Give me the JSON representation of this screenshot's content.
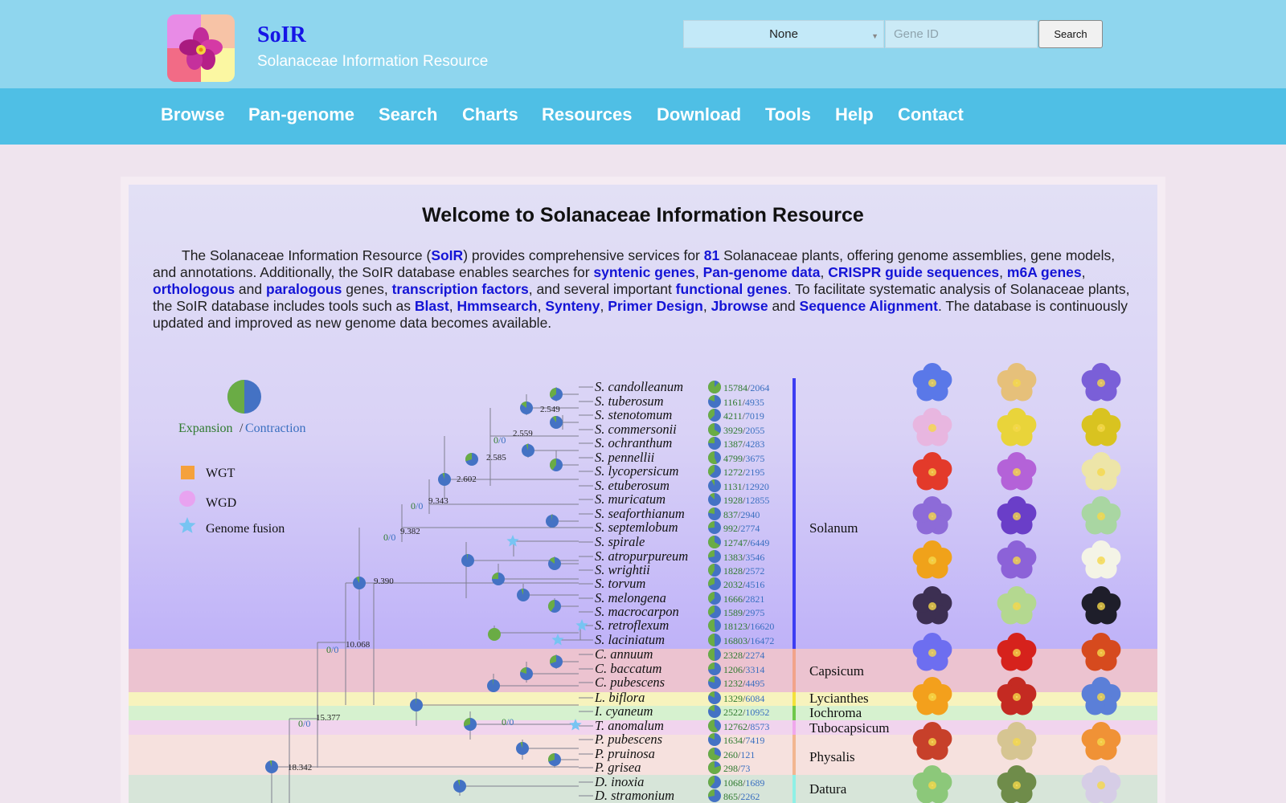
{
  "site": {
    "title": "SoIR",
    "subtitle": "Solanaceae Information Resource"
  },
  "search": {
    "species_selected": "None",
    "gene_placeholder": "Gene ID",
    "button": "Search"
  },
  "nav": [
    "Browse",
    "Pan-genome",
    "Search",
    "Charts",
    "Resources",
    "Download",
    "Tools",
    "Help",
    "Contact"
  ],
  "welcome": {
    "heading": "Welcome to Solanaceae Information Resource",
    "intro": [
      {
        "t": "The Solanaceae Information Resource ("
      },
      {
        "t": "SoIR",
        "link": true
      },
      {
        "t": ") provides comprehensive services for "
      },
      {
        "t": "81",
        "link": true
      },
      {
        "t": " Solanaceae plants, offering genome assemblies, gene models, and annotations. Additionally, the SoIR database enables searches for "
      },
      {
        "t": "syntenic genes",
        "link": true
      },
      {
        "t": ", "
      },
      {
        "t": "Pan-genome data",
        "link": true
      },
      {
        "t": ", "
      },
      {
        "t": "CRISPR guide sequences",
        "link": true
      },
      {
        "t": ", "
      },
      {
        "t": "m6A genes",
        "link": true
      },
      {
        "t": ", "
      },
      {
        "t": "orthologous",
        "link": true
      },
      {
        "t": " and "
      },
      {
        "t": "paralogous",
        "link": true
      },
      {
        "t": " genes, "
      },
      {
        "t": "transcription factors",
        "link": true
      },
      {
        "t": ", and several important "
      },
      {
        "t": "functional genes",
        "link": true
      },
      {
        "t": ". To facilitate systematic analysis of Solanaceae plants, the SoIR database includes tools such as "
      },
      {
        "t": "Blast",
        "link": true
      },
      {
        "t": ", "
      },
      {
        "t": "Hmmsearch",
        "link": true
      },
      {
        "t": ", "
      },
      {
        "t": "Synteny",
        "link": true
      },
      {
        "t": ", "
      },
      {
        "t": "Primer Design",
        "link": true
      },
      {
        "t": ", "
      },
      {
        "t": "Jbrowse",
        "link": true
      },
      {
        "t": " and "
      },
      {
        "t": "Sequence Alignment",
        "link": true
      },
      {
        "t": ". The database is continuously updated and improved as new genome data becomes available."
      }
    ]
  },
  "legend": {
    "expansion": "Expansion",
    "separator": "/",
    "contraction": "Contraction",
    "wgt": "WGT",
    "wgd": "WGD",
    "fusion": "Genome fusion"
  },
  "colors": {
    "expansion": "#6aac45",
    "contraction": "#4472c4",
    "wgt": "#f5a13c",
    "wgd": "#e8a3f0",
    "fusion": "#77c4f2",
    "link": "#1414d6"
  },
  "tree": {
    "species": [
      {
        "name": "S. candolleanum",
        "exp": 15784,
        "con": 2064,
        "genus": "Solanum",
        "img": "blue-star-flower"
      },
      {
        "name": "S. tuberosum",
        "exp": 1161,
        "con": 4935,
        "genus": "Solanum",
        "img": "potatoes"
      },
      {
        "name": "S. stenotomum",
        "exp": 4211,
        "con": 7019,
        "genus": "Solanum",
        "img": "violet-star-flower"
      },
      {
        "name": "S. commersonii",
        "exp": 3929,
        "con": 2055,
        "genus": "Solanum",
        "img": "white-pink-flower"
      },
      {
        "name": "S. ochranthum",
        "exp": 1387,
        "con": 4283,
        "genus": "Solanum",
        "img": "yellow-flower"
      },
      {
        "name": "S. pennellii",
        "exp": 4799,
        "con": 3675,
        "genus": "Solanum",
        "img": "yellow-star-flower"
      },
      {
        "name": "S. lycopersicum",
        "exp": 1272,
        "con": 2195,
        "genus": "Solanum",
        "img": "tomatoes"
      },
      {
        "name": "S. etuberosum",
        "exp": 1131,
        "con": 12920,
        "genus": "Solanum",
        "img": "purple-flower"
      },
      {
        "name": "S. muricatum",
        "exp": 1928,
        "con": 12855,
        "genus": "Solanum",
        "img": "pepino-fruit"
      },
      {
        "name": "S. seaforthianum",
        "exp": 837,
        "con": 2940,
        "genus": "Solanum",
        "img": "lilac-flower"
      },
      {
        "name": "S. septemlobum",
        "exp": 992,
        "con": 2774,
        "genus": "Solanum",
        "img": "deep-purple-flower"
      },
      {
        "name": "S. spirale",
        "exp": 12747,
        "con": 6449,
        "genus": "Solanum",
        "img": "green-star-flower"
      },
      {
        "name": "S. atropurpureum",
        "exp": 1383,
        "con": 3546,
        "genus": "Solanum",
        "img": "orange-berries"
      },
      {
        "name": "S. wrightii",
        "exp": 1828,
        "con": 2572,
        "genus": "Solanum",
        "img": "purple-star-flower"
      },
      {
        "name": "S. torvum",
        "exp": 2032,
        "con": 4516,
        "genus": "Solanum",
        "img": "white-star-flower"
      },
      {
        "name": "S. melongena",
        "exp": 1666,
        "con": 2821,
        "genus": "Solanum",
        "img": "eggplants"
      },
      {
        "name": "S. macrocarpon",
        "exp": 1589,
        "con": 2975,
        "genus": "Solanum",
        "img": "green-fruits"
      },
      {
        "name": "S. retroflexum",
        "exp": 18123,
        "con": 16620,
        "genus": "Solanum",
        "img": "black-berries"
      },
      {
        "name": "S. laciniatum",
        "exp": 16803,
        "con": 16472,
        "genus": "Solanum",
        "img": "blue-flower"
      },
      {
        "name": "C. annuum",
        "exp": 2328,
        "con": 2274,
        "genus": "Capsicum",
        "img": "red-chilis"
      },
      {
        "name": "C. baccatum",
        "exp": 1206,
        "con": 3314,
        "genus": "Capsicum",
        "img": "red-pepper"
      },
      {
        "name": "C. pubescens",
        "exp": 1232,
        "con": 4495,
        "genus": "Capsicum",
        "img": "orange-peppers"
      },
      {
        "name": "L. biflora",
        "exp": 1329,
        "con": 6084,
        "genus": "Lycianthes",
        "img": "red-cherries"
      },
      {
        "name": "I. cyaneum",
        "exp": 2522,
        "con": 10952,
        "genus": "Iochroma",
        "img": "blue-tubular-flowers"
      },
      {
        "name": "T. anomalum",
        "exp": 12762,
        "con": 8573,
        "genus": "Tubocapsicum",
        "img": "red-pods"
      },
      {
        "name": "P. pubescens",
        "exp": 1634,
        "con": 7419,
        "genus": "Physalis",
        "img": "husk-flower"
      },
      {
        "name": "P. pruinosa",
        "exp": 260,
        "con": 121,
        "genus": "Physalis",
        "img": "orange-husks"
      },
      {
        "name": "P. grisea",
        "exp": 298,
        "con": 73,
        "genus": "Physalis",
        "img": "green-leaf"
      },
      {
        "name": "D. inoxia",
        "exp": 1068,
        "con": 1689,
        "genus": "Datura",
        "img": "spiny-fruit"
      },
      {
        "name": "D. stramonium",
        "exp": 865,
        "con": 2262,
        "genus": "Datura",
        "img": "white-trumpet-flower"
      }
    ],
    "genera": [
      "Solanum",
      "Capsicum",
      "Lycianthes",
      "Iochroma",
      "Tubocapsicum",
      "Physalis",
      "Datura"
    ],
    "node_ages": [
      "2.549",
      "2.559",
      "2.585",
      "2.602",
      "9.343",
      "9.382",
      "9.390",
      "10.068",
      "15.377",
      "18.342"
    ],
    "node_counts": [
      "0/0",
      "0/0",
      "0/0",
      "0/0",
      "0/0",
      "0/0"
    ]
  }
}
